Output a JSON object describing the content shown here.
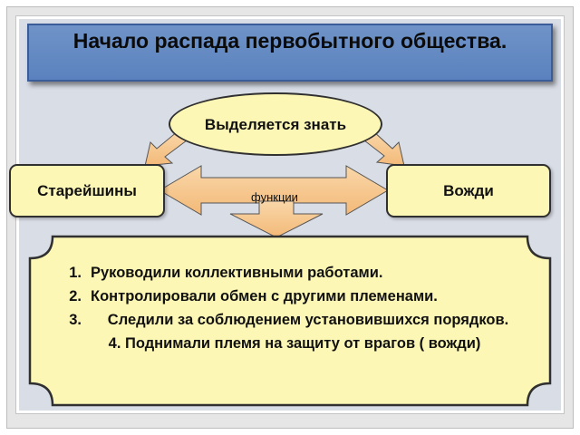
{
  "title": "Начало распада первобытного общества.",
  "center_node": "Выделяется знать",
  "left_node": "Старейшины",
  "right_node": "Вожди",
  "arrow_label": "функции",
  "functions": [
    {
      "num": "1.",
      "text": "Руководили  коллективными работами."
    },
    {
      "num": "2.",
      "text": "Контролировали обмен с другими племенами."
    },
    {
      "num": "3.",
      "text": "Следили за соблюдением установившихся порядков."
    },
    {
      "num": "",
      "text": "4. Поднимали племя на защиту от врагов ( вожди)"
    }
  ],
  "colors": {
    "node_fill": "#fdf7b6",
    "arrow_fill": "#f7c98f",
    "title_fill": "#5b82be"
  }
}
